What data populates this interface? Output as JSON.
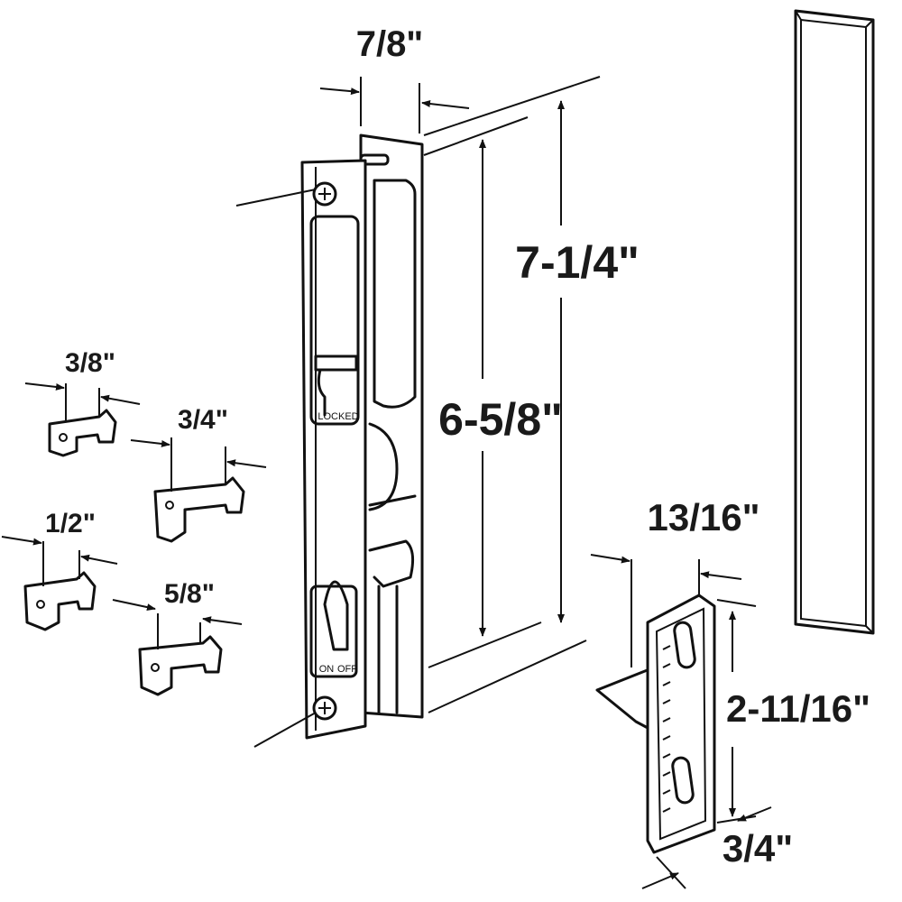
{
  "title": "Sliding door handle set dimensions diagram",
  "dimensions": {
    "handle_width": "7/8\"",
    "handle_overall_length": "7-1/4\"",
    "hole_spacing": "6-5/8\"",
    "cam_a": "3/8\"",
    "cam_b": "3/4\"",
    "cam_c": "1/2\"",
    "cam_d": "5/8\"",
    "keeper_width": "13/16\"",
    "keeper_height": "2-11/16\"",
    "keeper_depth": "3/4\""
  },
  "handle_labels": {
    "locked": "LOCKED",
    "on": "ON",
    "off": "OFF"
  },
  "colors": {
    "line": "#111111",
    "background": "#ffffff"
  }
}
